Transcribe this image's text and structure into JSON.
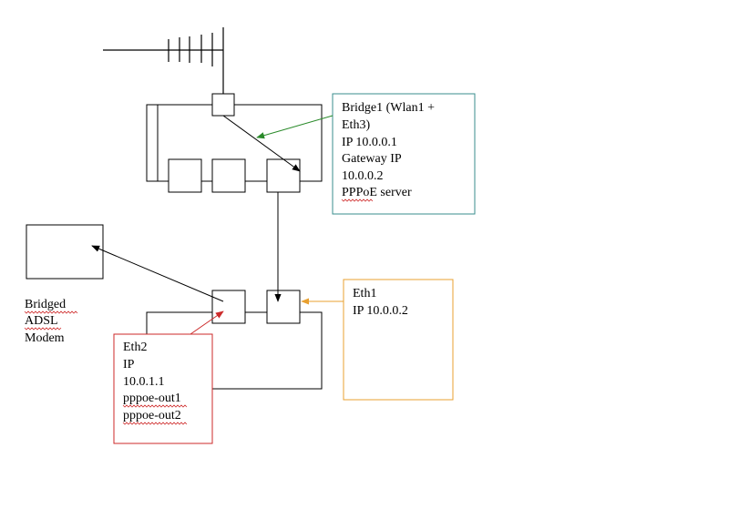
{
  "router_label": [
    "Bridge1 (Wlan1 +",
    "Eth3)",
    "IP 10.0.0.1",
    "Gateway IP",
    "10.0.0.2",
    "PPPoE server"
  ],
  "modem_label": [
    "Bridged",
    "ADSL",
    "Modem"
  ],
  "eth1_label": [
    "Eth1",
    "IP 10.0.0.2"
  ],
  "eth2_label": [
    "Eth2",
    "IP",
    "10.0.1.1",
    "pppoe-out1",
    "pppoe-out2"
  ],
  "colors": {
    "bridge_box": "#3a8c8c",
    "bridge_arrow": "#2a8a2a",
    "eth1_box": "#e8a030",
    "eth2_box": "#cc2a2a",
    "lines": "#000000"
  }
}
